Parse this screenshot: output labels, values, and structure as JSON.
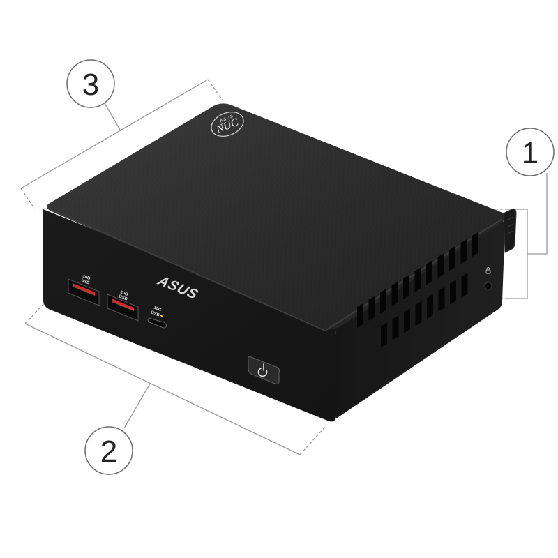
{
  "callouts": [
    {
      "label": "1"
    },
    {
      "label": "2"
    },
    {
      "label": "3"
    }
  ],
  "device": {
    "brand_logo": "ASUS",
    "lid_logo_top": "ASUS",
    "lid_logo_main": "NUC",
    "ports": [
      {
        "speed": "10G",
        "type": "USB"
      },
      {
        "speed": "10G",
        "type": "USB"
      },
      {
        "speed": "10G",
        "type": "USB⚡"
      }
    ],
    "icons": {
      "power": "power-icon",
      "lock": "lock-icon"
    }
  },
  "colors": {
    "chassis": "#1c1c1c",
    "lid": "#2a2a2a",
    "dimension_line": "#9a9a9a",
    "callout_circle": "#6e6e6e"
  }
}
